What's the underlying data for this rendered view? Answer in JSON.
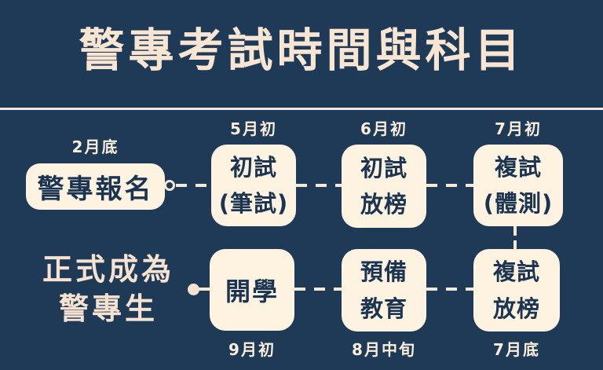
{
  "title": "警專考試時間與科目",
  "colors": {
    "background": "#1e3a57",
    "box_fill": "#fdf3e0",
    "box_text": "#1b3452",
    "cream_text": "#f8e5d2",
    "line": "#f3e9d6"
  },
  "stages": {
    "top": [
      {
        "date": "2月底",
        "line1": "警專報名"
      },
      {
        "date": "5月初",
        "line1": "初試",
        "line2": "(筆試)"
      },
      {
        "date": "6月初",
        "line1": "初試",
        "line2": "放榜"
      },
      {
        "date": "7月初",
        "line1": "複試",
        "line2": "(體測)"
      }
    ],
    "bottom": [
      {
        "date": "9月初",
        "line1": "開學"
      },
      {
        "date": "8月中旬",
        "line1": "預備",
        "line2": "教育"
      },
      {
        "date": "7月底",
        "line1": "複試",
        "line2": "放榜"
      }
    ]
  },
  "end_text": {
    "line1": "正式成為",
    "line2": "警專生"
  }
}
